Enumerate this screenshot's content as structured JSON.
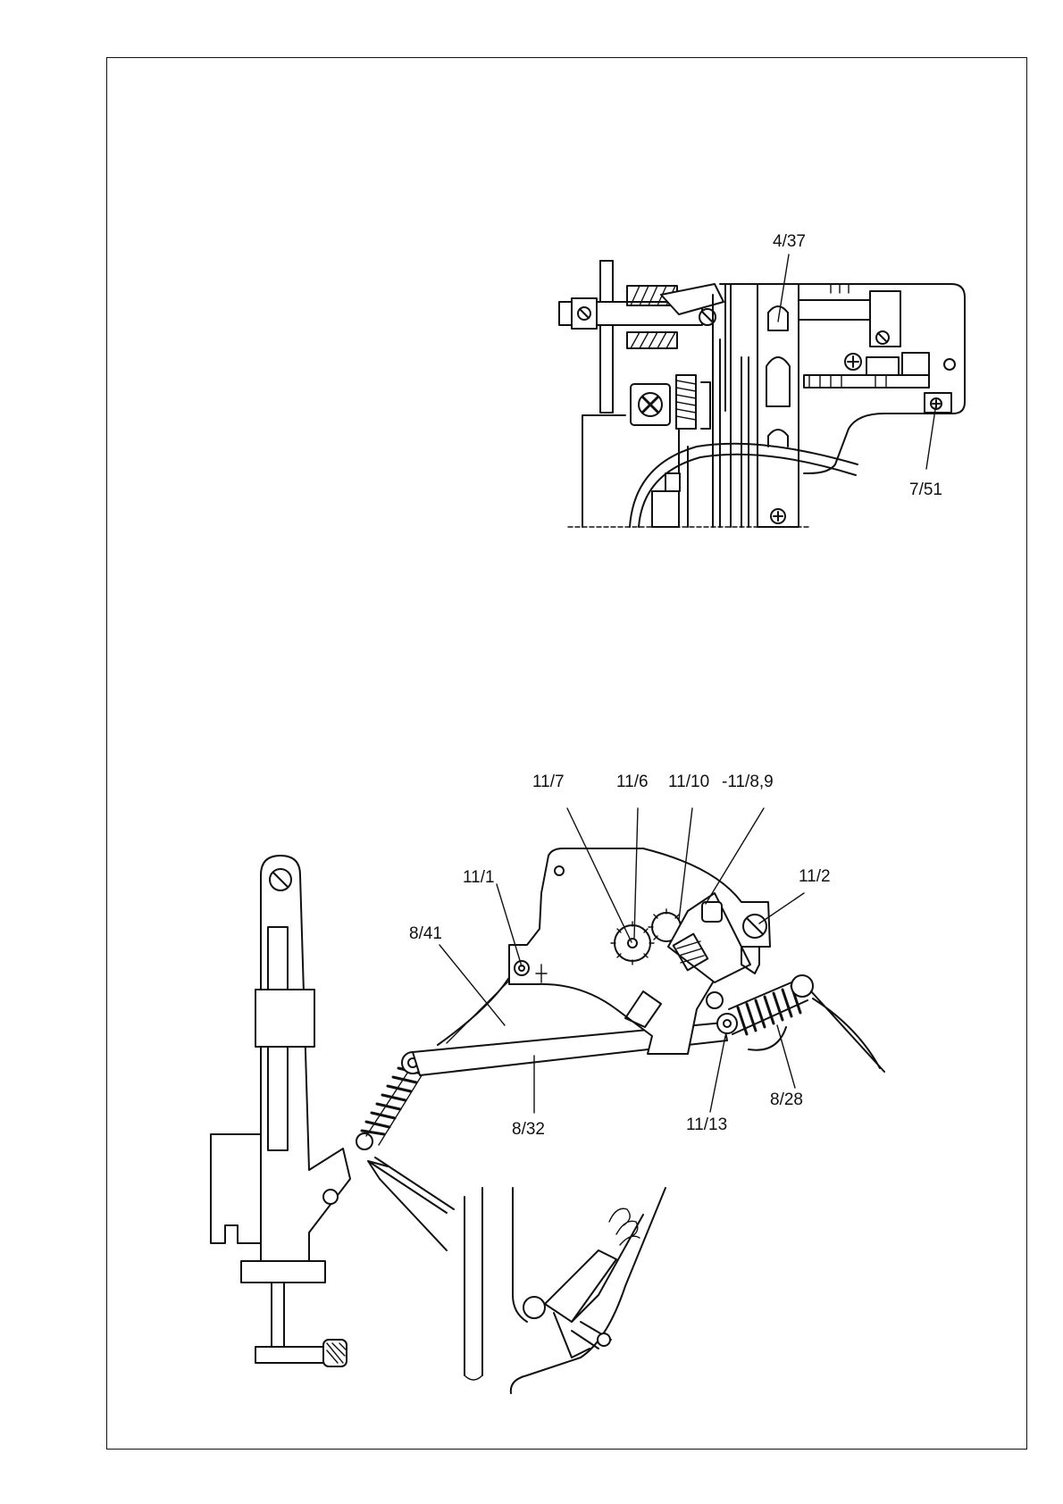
{
  "page": {
    "border_color": "#111111",
    "background": "#ffffff"
  },
  "top_figure": {
    "callouts": [
      {
        "id": "c-4-37",
        "text": "4/37"
      },
      {
        "id": "c-7-51",
        "text": "7/51"
      }
    ]
  },
  "bottom_figure": {
    "callouts": [
      {
        "id": "c-11-7",
        "text": "11/7"
      },
      {
        "id": "c-11-6",
        "text": "11/6"
      },
      {
        "id": "c-11-10",
        "text": "11/10"
      },
      {
        "id": "c-11-8-9",
        "text": "-11/8,9"
      },
      {
        "id": "c-11-1",
        "text": "11/1"
      },
      {
        "id": "c-11-2",
        "text": "11/2"
      },
      {
        "id": "c-8-41",
        "text": "8/41"
      },
      {
        "id": "c-8-32",
        "text": "8/32"
      },
      {
        "id": "c-11-13",
        "text": "11/13"
      },
      {
        "id": "c-8-28",
        "text": "8/28"
      }
    ]
  }
}
